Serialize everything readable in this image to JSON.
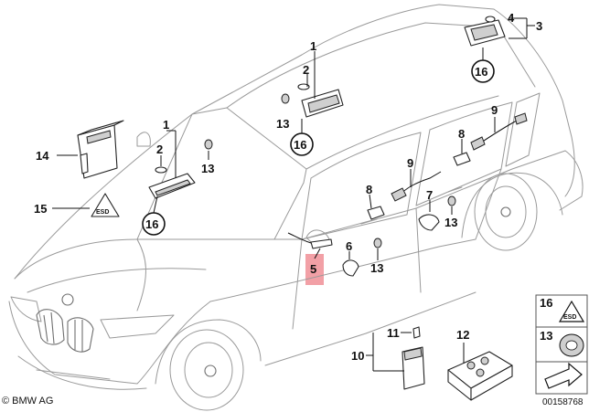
{
  "diagram": {
    "copyright": "© BMW AG",
    "document_id": "00158768",
    "highlighted_part": "5",
    "callouts": {
      "c1a": "1",
      "c2a": "2",
      "c13a": "13",
      "c16a": "16",
      "c4": "4",
      "c3": "3",
      "c16b": "16",
      "c1b": "1",
      "c2b": "2",
      "c13b": "13",
      "c14": "14",
      "c15": "15",
      "c16c": "16",
      "c9a": "9",
      "c8a": "8",
      "c9b": "9",
      "c8b": "8",
      "c13c": "13",
      "c7": "7",
      "c13d": "13",
      "c5": "5",
      "c6": "6",
      "c13e": "13",
      "c11": "11",
      "c10": "10",
      "c12": "12",
      "legend16": "16",
      "legend13": "13"
    }
  }
}
